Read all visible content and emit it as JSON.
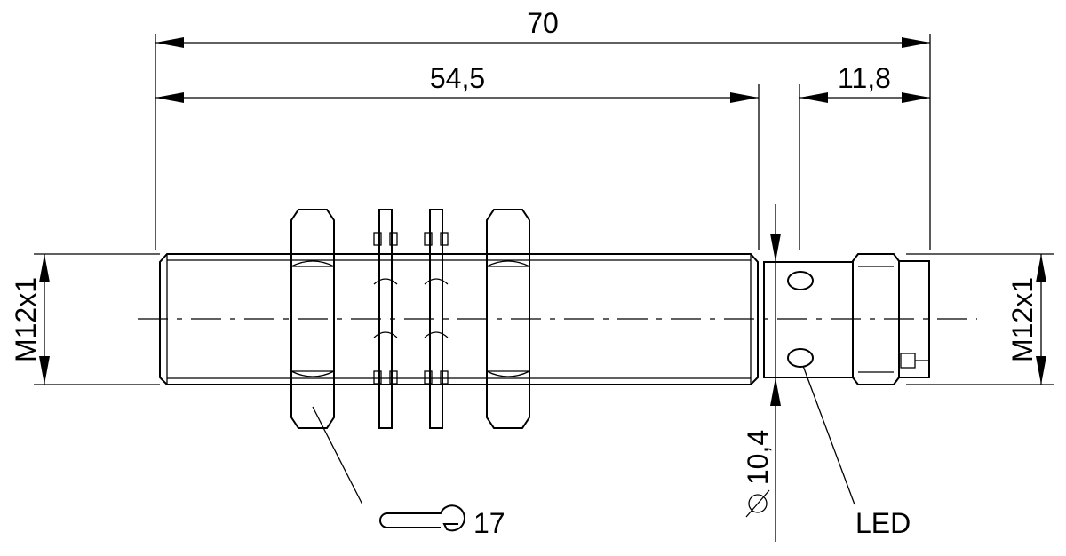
{
  "dimensions": {
    "overall_length": "70",
    "thread_length": "54,5",
    "head_length": "11,8",
    "thread_left": "M12x1",
    "thread_right": "M12x1",
    "diameter": "10,4",
    "diameter_symbol": "⌀"
  },
  "callouts": {
    "wrench_size": "17",
    "led_label": "LED"
  },
  "icons": {
    "wrench": "wrench-icon",
    "diameter": "diameter-symbol-icon"
  }
}
